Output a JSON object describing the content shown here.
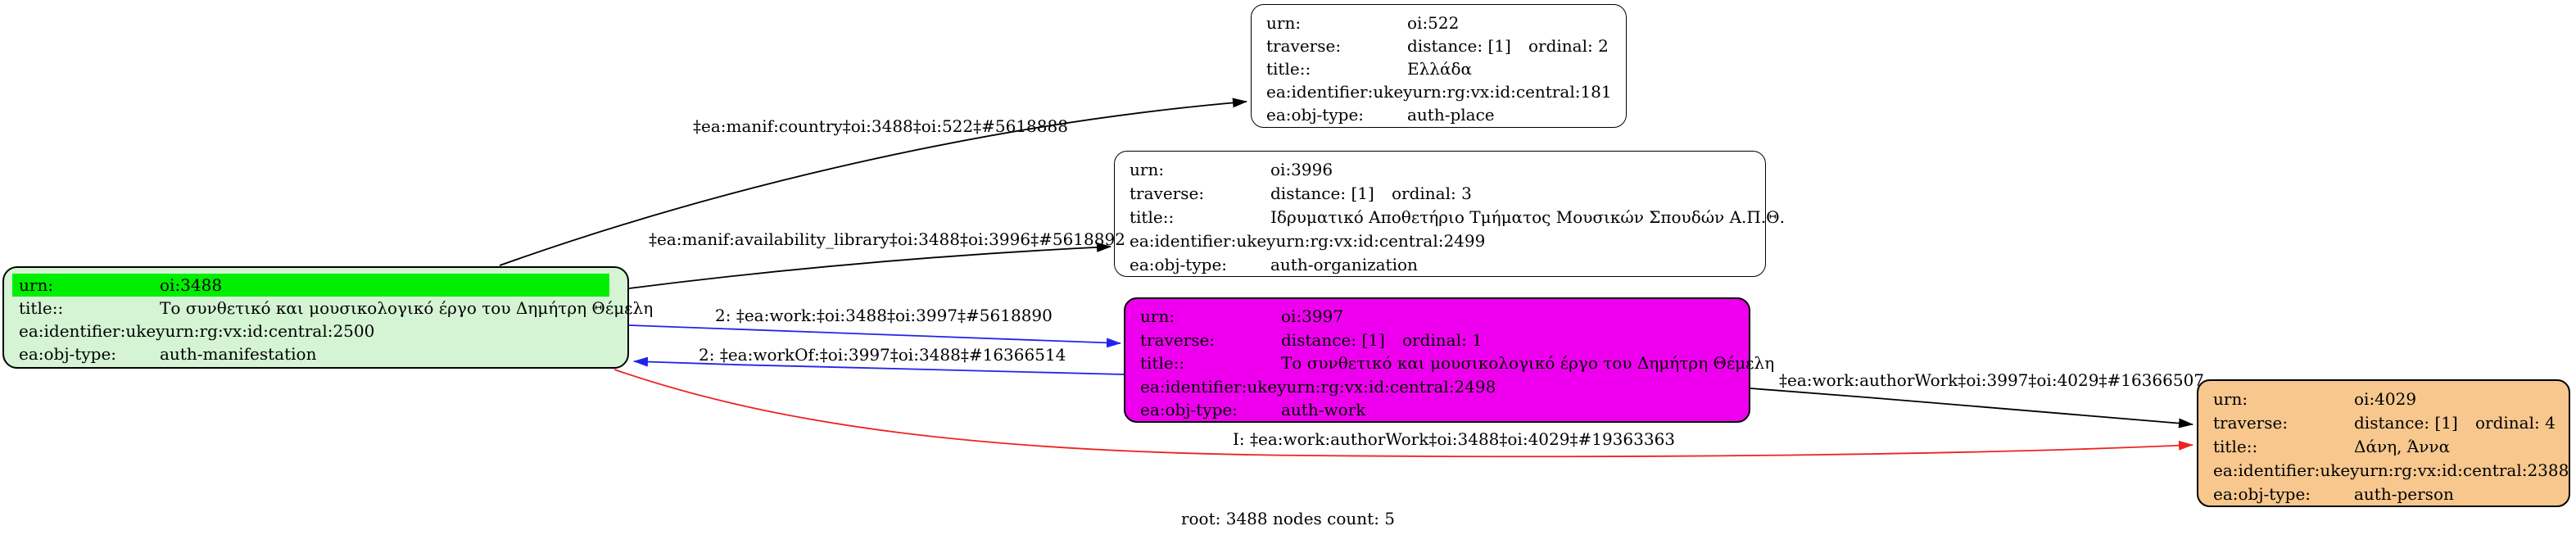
{
  "caption": "root: 3488 nodes count: 5",
  "colors": {
    "background": "#ffffff",
    "edge_black": "#000000",
    "edge_blue": "#2222ee",
    "edge_red": "#ee2222",
    "manifestation_node_fill": "#d4f4d4",
    "urn_row_highlight": "#00ee00",
    "work_node_fill": "#ee00ee",
    "person_node_fill": "#f7c78e",
    "traverse_node_fill": "#ffffff"
  },
  "nodes": [
    {
      "id": "oi:3488",
      "type": "auth-manifestation",
      "rows": [
        {
          "k": "urn:",
          "v": "oi:3488"
        },
        {
          "k": "title::",
          "v": "Το συνθετικό και μουσικολογικό έργο του Δημήτρη Θέμελη"
        },
        {
          "k": "ea:identifier:ukey",
          "v": "urn:rg:vx:id:central:2500"
        },
        {
          "k": "ea:obj-type:",
          "v": "auth-manifestation"
        }
      ]
    },
    {
      "id": "oi:522",
      "type": "auth-place",
      "rows": [
        {
          "k": "urn:",
          "v": "oi:522"
        },
        {
          "k": "traverse:",
          "v": "distance: [1]",
          "v2": "ordinal: 2"
        },
        {
          "k": "title::",
          "v": "Ελλάδα"
        },
        {
          "k": "ea:identifier:ukey",
          "v": "urn:rg:vx:id:central:181"
        },
        {
          "k": "ea:obj-type:",
          "v": "auth-place"
        }
      ]
    },
    {
      "id": "oi:3996",
      "type": "auth-organization",
      "rows": [
        {
          "k": "urn:",
          "v": "oi:3996"
        },
        {
          "k": "traverse:",
          "v": "distance: [1]",
          "v2": "ordinal: 3"
        },
        {
          "k": "title::",
          "v": "Ιδρυματικό Αποθετήριο Τμήματος Μουσικών Σπουδών Α.Π.Θ."
        },
        {
          "k": "ea:identifier:ukey",
          "v": "urn:rg:vx:id:central:2499"
        },
        {
          "k": "ea:obj-type:",
          "v": "auth-organization"
        }
      ]
    },
    {
      "id": "oi:3997",
      "type": "auth-work",
      "rows": [
        {
          "k": "urn:",
          "v": "oi:3997"
        },
        {
          "k": "traverse:",
          "v": "distance: [1]",
          "v2": "ordinal: 1"
        },
        {
          "k": "title::",
          "v": "Το συνθετικό και μουσικολογικό έργο του Δημήτρη Θέμελη"
        },
        {
          "k": "ea:identifier:ukey",
          "v": "urn:rg:vx:id:central:2498"
        },
        {
          "k": "ea:obj-type:",
          "v": "auth-work"
        }
      ]
    },
    {
      "id": "oi:4029",
      "type": "auth-person",
      "rows": [
        {
          "k": "urn:",
          "v": "oi:4029"
        },
        {
          "k": "traverse:",
          "v": "distance: [1]",
          "v2": "ordinal: 4"
        },
        {
          "k": "title::",
          "v": "Δάνη, Άννα"
        },
        {
          "k": "ea:identifier:ukey",
          "v": "urn:rg:vx:id:central:2388"
        },
        {
          "k": "ea:obj-type:",
          "v": "auth-person"
        }
      ]
    }
  ],
  "edges": [
    {
      "name": "manif-country",
      "color": "#000000",
      "label": "‡ea:manif:country‡oi:3488‡oi:522‡#5618888"
    },
    {
      "name": "manif-availability-library",
      "color": "#000000",
      "label": "‡ea:manif:availability_library‡oi:3488‡oi:3996‡#5618892"
    },
    {
      "name": "work",
      "color": "#2222ee",
      "label": "2: ‡ea:work:‡oi:3488‡oi:3997‡#5618890"
    },
    {
      "name": "workOf",
      "color": "#2222ee",
      "label": "2: ‡ea:workOf:‡oi:3997‡oi:3488‡#16366514"
    },
    {
      "name": "work-authorWork",
      "color": "#000000",
      "label": "‡ea:work:authorWork‡oi:3997‡oi:4029‡#16366507"
    },
    {
      "name": "work-authorWork-root",
      "color": "#ee2222",
      "label": "I: ‡ea:work:authorWork‡oi:3488‡oi:4029‡#19363363"
    }
  ]
}
